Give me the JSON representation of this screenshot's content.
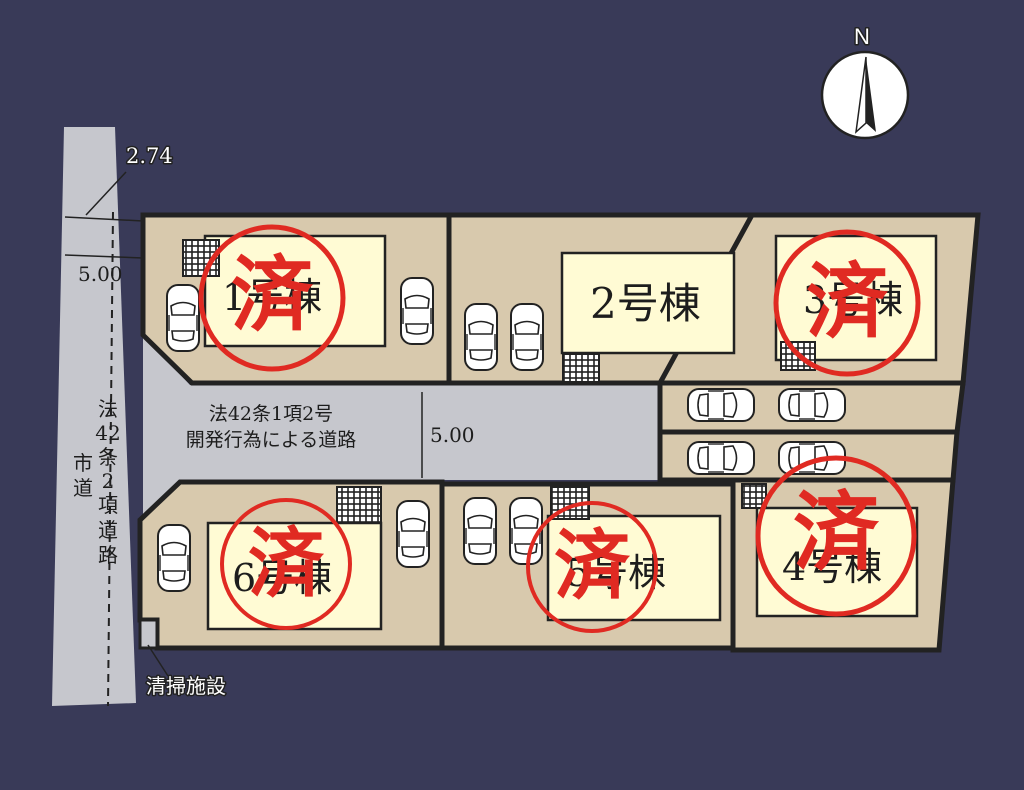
{
  "compass": {
    "label": "N"
  },
  "labels": {
    "width_274": "2.74",
    "width_500_left": "5.00",
    "width_500_center": "5.00",
    "internal_road_line1": "法42条1項2号",
    "internal_road_line2": "開発行為による道路",
    "city_road_col1": "法",
    "city_road_col1b": "42",
    "city_road_col1c": "条",
    "city_road_col1d": "2",
    "city_road_col1e": "項",
    "city_road_col1f": "道",
    "city_road_col1g": "路",
    "city_road_col2a": "市",
    "city_road_col2b": "道",
    "cleaning_facility": "清掃施設"
  },
  "lots": [
    {
      "id": "1",
      "label": "1号棟",
      "sold_stamp": "済",
      "sold": true
    },
    {
      "id": "2",
      "label": "2号棟",
      "sold_stamp": "",
      "sold": false
    },
    {
      "id": "3",
      "label": "3号棟",
      "sold_stamp": "済",
      "sold": true
    },
    {
      "id": "4",
      "label": "4号棟",
      "sold_stamp": "済",
      "sold": true
    },
    {
      "id": "5",
      "label": "5号棟",
      "sold_stamp": "済",
      "sold": true
    },
    {
      "id": "6",
      "label": "6号棟",
      "sold_stamp": "済",
      "sold": true
    }
  ],
  "colors": {
    "background": "#393a58",
    "lot": "#d8c9ad",
    "house": "#fffbd4",
    "road": "#c6c7cd",
    "stamp": "#e02a22"
  }
}
